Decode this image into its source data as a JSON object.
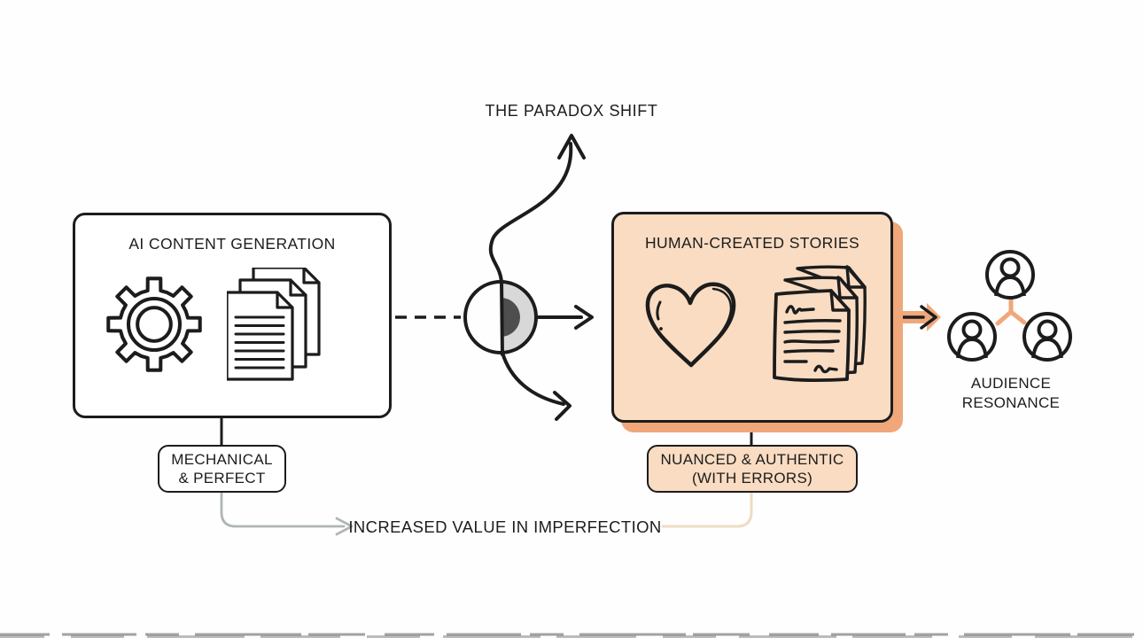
{
  "diagram": {
    "title": "THE PARADOX SHIFT",
    "left_box": {
      "title": "AI CONTENT GENERATION"
    },
    "right_box": {
      "title": "HUMAN-CREATED STORIES"
    },
    "left_label": {
      "line1": "MECHANICAL",
      "line2": "& PERFECT"
    },
    "right_label": {
      "line1": "NUANCED & AUTHENTIC",
      "line2": "(WITH ERRORS)"
    },
    "audience_label": {
      "line1": "AUDIENCE",
      "line2": "RESONANCE"
    },
    "bottom_caption": "INCREASED VALUE IN IMPERFECTION",
    "icons": {
      "left_box": [
        "gear-icon",
        "documents-icon"
      ],
      "right_box": [
        "heart-icon",
        "manuscript-icon"
      ],
      "audience": [
        "person-icon",
        "person-icon",
        "person-icon",
        "network-y-icon"
      ],
      "transition": "half-shaded-circle-icon"
    },
    "colors": {
      "ink": "#1c1c1c",
      "peach_fill": "#f9dcc2",
      "orange_accent": "#f0a87a",
      "transition_circle_light": "#d8d8d8",
      "transition_circle_dark": "#4e4e4e",
      "gray_connector": "#b0b6b4",
      "tan_connector": "#eedcc4"
    }
  }
}
